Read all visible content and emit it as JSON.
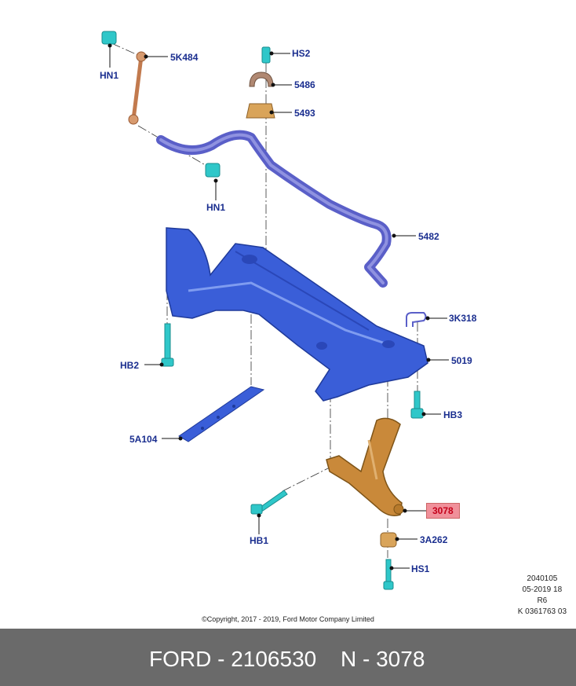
{
  "parts": {
    "hn1_top": "HN1",
    "k5484": "5K484",
    "hs2": "HS2",
    "p5486": "5486",
    "p5493": "5493",
    "hn1_mid": "HN1",
    "p5482": "5482",
    "k3318": "3K318",
    "p5019": "5019",
    "hb2": "HB2",
    "hb3": "HB3",
    "a5104": "5A104",
    "p3078": "3078",
    "hb1": "HB1",
    "a3262": "3A262",
    "hs1": "HS1"
  },
  "stamp": {
    "line1": "2040105",
    "line2": "05-2019 18",
    "line3": "R6",
    "line4": "K 0361763 03"
  },
  "copyright": "©Copyright, 2017 - 2019, Ford Motor Company Limited",
  "footer": {
    "part_number": "FORD - 2106530",
    "part_code": "N - 3078"
  },
  "colors": {
    "label": "#1a2e8f",
    "subframe": "#3a5ed8",
    "stabilizer": "#5a5fc8",
    "control_arm": "#c9893a",
    "fastener": "#2fc7c9",
    "highlight": "#f0909a",
    "footer_bg": "#6a6a6a"
  }
}
